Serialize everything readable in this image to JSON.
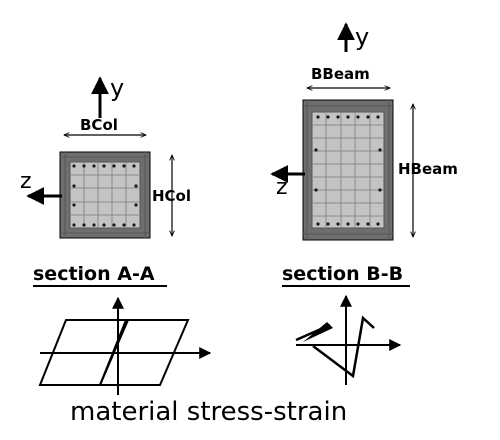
{
  "sections": {
    "column": {
      "y_label": "y",
      "z_label": "z",
      "width_label": "BCol",
      "height_label": "HCol",
      "caption": "section A-A"
    },
    "beam": {
      "y_label": "y",
      "z_label": "z",
      "width_label": "BBeam",
      "height_label": "HBeam",
      "caption": "section B-B"
    }
  },
  "material": {
    "caption": "material stress-strain"
  },
  "colors": {
    "cover": "#6e6e6e",
    "core": "#c4c4c4",
    "core_grid": "#8a8a8a",
    "rebar": "#1a1a1a",
    "ink": "#000000"
  }
}
